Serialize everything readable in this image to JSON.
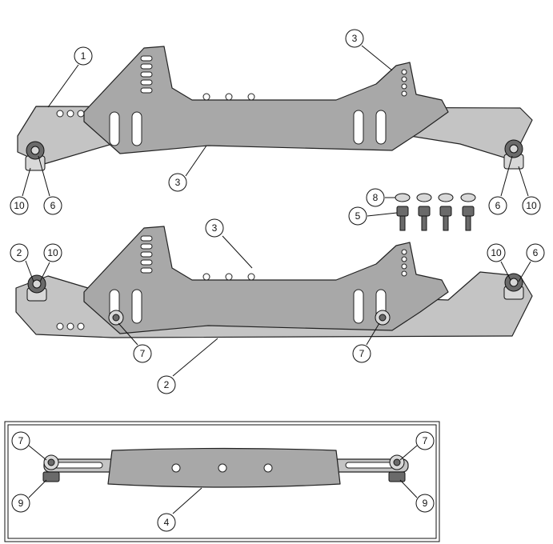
{
  "diagram": {
    "type": "exploded assembly drawing",
    "colors": {
      "plate": "#a8a8a8",
      "outline": "#222222",
      "hardware": "#6a6a6a"
    },
    "callouts": [
      "1",
      "3",
      "3",
      "10",
      "6",
      "6",
      "10",
      "8",
      "5",
      "3",
      "2",
      "10",
      "10",
      "6",
      "7",
      "2",
      "7",
      "7",
      "7",
      "9",
      "9",
      "4"
    ]
  }
}
